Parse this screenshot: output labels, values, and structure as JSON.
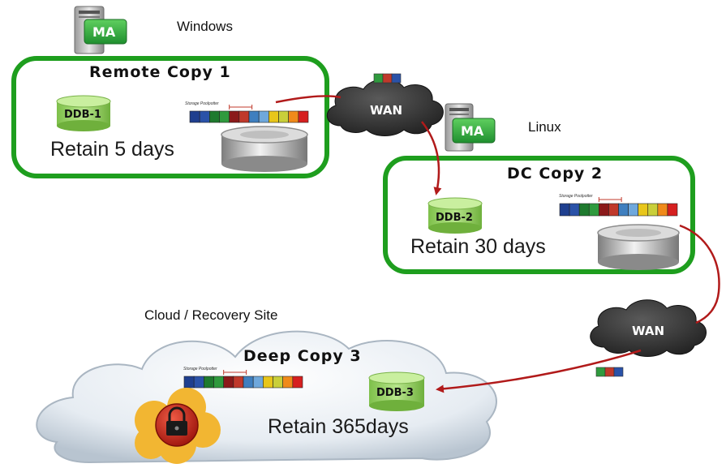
{
  "media_agents": [
    {
      "badge": "MA",
      "os": "Windows"
    },
    {
      "badge": "MA",
      "os": "Linux"
    }
  ],
  "copies": [
    {
      "title": "Remote Copy 1",
      "ddb": "DDB-1",
      "retention": "Retain 5 days"
    },
    {
      "title": "DC Copy 2",
      "ddb": "DDB-2",
      "retention": "Retain 30 days"
    },
    {
      "title": "Deep Copy 3",
      "ddb": "DDB-3",
      "retention": "Retain 365days"
    }
  ],
  "wan_label": "WAN",
  "cloud_label": "Cloud / Recovery Site",
  "storage_pool_label": "Storage Poolpotter",
  "colors": {
    "box_border": "#1e9e1e",
    "arrow": "#b11a1a",
    "wan_cloud": "#3a3a3a",
    "ddb_green": "#8ed05a",
    "lock_red": "#c8271c",
    "lock_gold": "#f2b632"
  },
  "strip_colors": [
    "#1f3f8f",
    "#2a52a8",
    "#1e7a2e",
    "#2f9a3e",
    "#8b1a1a",
    "#c0392b",
    "#3f7fbf",
    "#6fa8dc",
    "#e8c61a",
    "#c9cf3a",
    "#f08a1a",
    "#d62020"
  ],
  "packet_colors": [
    "#2f9a3e",
    "#c0392b",
    "#2a52a8"
  ]
}
